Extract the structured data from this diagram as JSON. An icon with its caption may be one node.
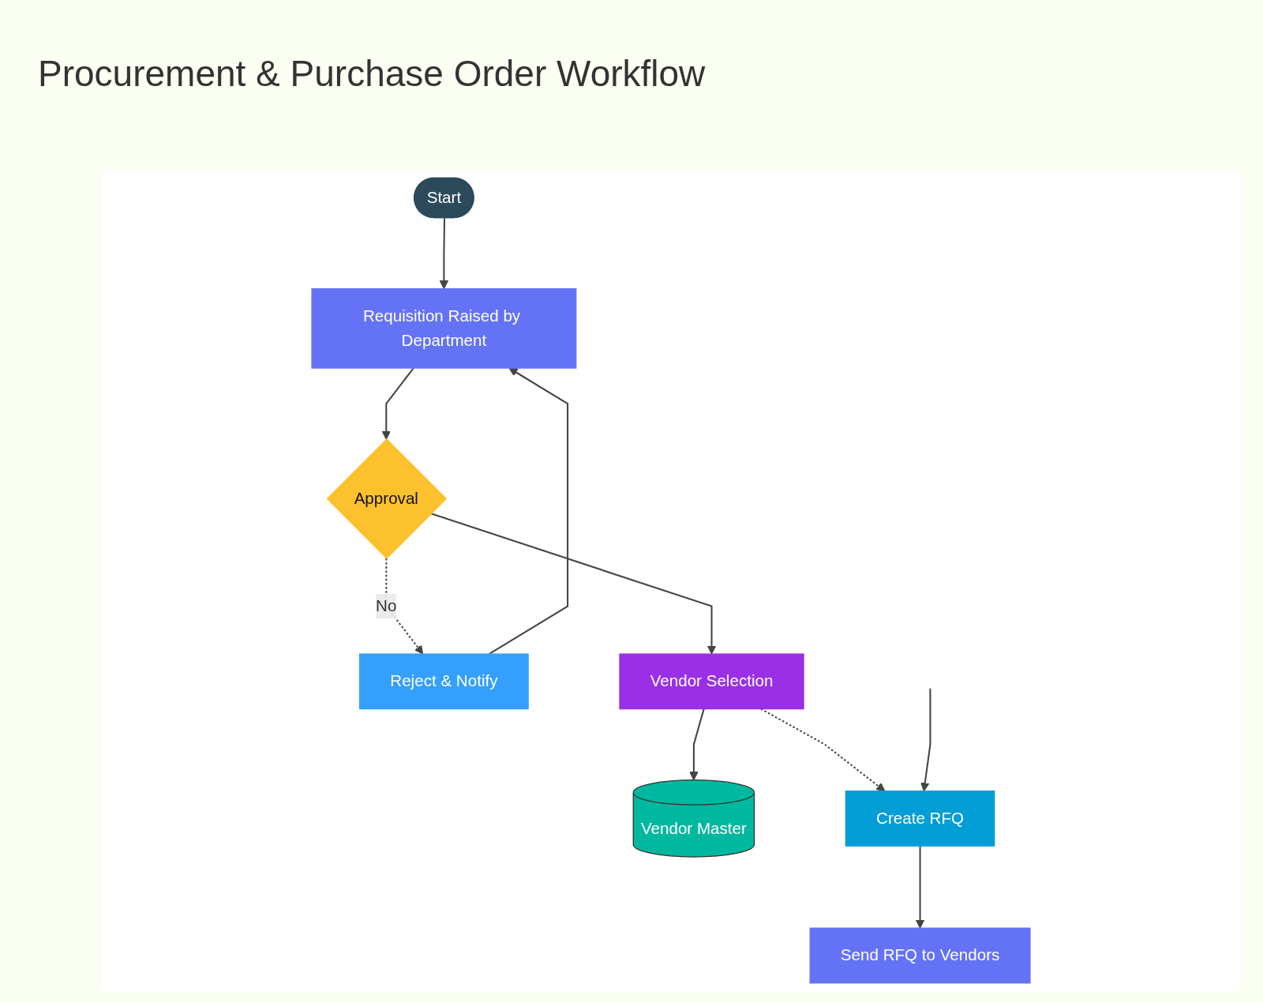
{
  "diagram": {
    "title": "Procurement & Purchase Order Workflow",
    "nodes": [
      {
        "text": [
          "Start"
        ]
      },
      {
        "text": [
          "Requisition Raised by Department"
        ]
      },
      {
        "text": [
          "Approval"
        ]
      },
      {
        "text": [
          "Reject & Notify"
        ]
      },
      {
        "text": [
          "Vendor Selection"
        ]
      },
      {
        "text": [
          "Vendor Master"
        ]
      },
      {
        "text": [
          "Create RFQ"
        ]
      },
      {
        "text": [
          "Send RFQ to Vendors"
        ]
      }
    ],
    "edges": [
      {
        "from": 0,
        "to": 1,
        "arrow": "to"
      },
      {
        "from": 1,
        "to": 2,
        "arrow": "to"
      },
      {
        "from": 2,
        "to": 3,
        "arrow": "to",
        "label": "No",
        "style": "dashed"
      },
      {
        "from": 3,
        "to": 1,
        "arrow": "to"
      },
      {
        "from": 2,
        "to": 4,
        "arrow": "to"
      },
      {
        "from": 4,
        "to": 5,
        "arrow": "to"
      },
      {
        "from": 4,
        "to": 6,
        "arrow": "to",
        "style": "dashed"
      },
      {
        "from": 6,
        "to": 7,
        "arrow": "to"
      },
      {
        "from": null,
        "to": 6,
        "arrow": "to"
      }
    ]
  }
}
